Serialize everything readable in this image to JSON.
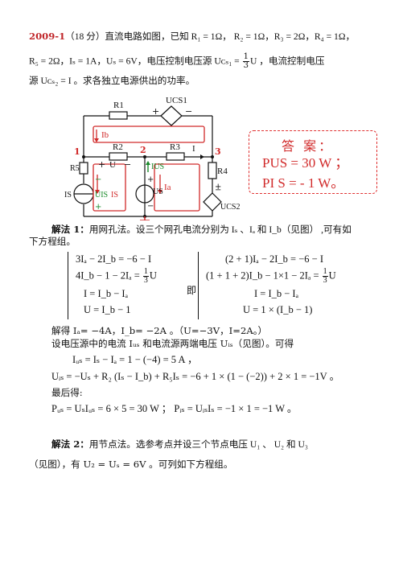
{
  "problem": {
    "code": "2009-1",
    "line1_text": "（18 分）直流电路如图，已知 R₁ = 1Ω， R₂ = 1Ω，R₃ = 2Ω，R₄ = 1Ω，",
    "line2_text": "R₅ = 2Ω，Iₛ = 1A，Uₛ = 6V，电压控制电压源 Uᴄₛ₁ = ",
    "line2_frac_num": "1",
    "line2_frac_den": "3",
    "line2_tail": "U ，电流控制电压",
    "line3_text": "源 Uᴄₛ₂ = I 。求各独立电源供出的功率。"
  },
  "circuit": {
    "labels": {
      "ucs1": "UCS1",
      "r1": "R1",
      "ib": "Ib",
      "r5": "R5",
      "r2": "R2",
      "r3": "R3",
      "r4": "R4",
      "i": "I",
      "u": "U",
      "ius": "IUS",
      "uis": "UIS",
      "is_left": "IS",
      "is_mid": "IS",
      "us": "US",
      "ia": "Ia",
      "ucs2": "UCS2",
      "node1": "1",
      "node2": "2",
      "node3": "3",
      "plus": "+",
      "minus": "−"
    }
  },
  "answer": {
    "title": "答 案：",
    "p_us": "PUS = 30 W ；",
    "p_is": "PI S = - 1 W。"
  },
  "solution1": {
    "heading": "解法 1：",
    "intro": "用网孔法。设三个网孔电流分别为 Iₛ 、Iₐ 和 I_b（见图） ,可有如",
    "intro2": "下方程组。",
    "left_eqs": [
      "3Iₐ − 2I_b = −6 − I",
      "4I_b − 1 − 2Iₐ = ",
      "I = I_b − Iₐ",
      "U = I_b − 1"
    ],
    "left_eq2_frac": [
      "1",
      "3",
      "U"
    ],
    "ji": "即",
    "right_eqs": [
      "(2 + 1)Iₐ − 2I_b = −6 − I",
      "(1 + 1 + 2)I_b − 1×1 − 2Iₐ = ",
      "I = I_b − Iₐ",
      "U = 1 × (I_b − 1)"
    ],
    "right_eq2_frac": [
      "1",
      "3",
      "U"
    ],
    "solve": "解得    Iₐ= −4A，I_b= −2A  。（U=−3V，I=2A。）",
    "set": "设电压源中的电流 Iᵤₛ 和电流源两端电压 Uᵢₛ（见图）。可得",
    "ius_eq": "Iᵤₛ = Iₛ − Iₐ = 1 − (−4) = 5 A  ，",
    "uis_eq": "Uᵢₛ = −Uₛ + R₂ (Iₛ − I_b) + R₅Iₛ = −6 + 1 × (1 − (−2)) + 2 × 1 = −1V 。",
    "finally": "最后得:",
    "power_eq": "Pᵤₛ = UₛIᵤₛ = 6 × 5 = 30 W ；  Pᵢₛ = UᵢₛIₛ = −1 × 1 = −1 W 。"
  },
  "solution2": {
    "heading": "解法 2：",
    "text": "用节点法。选参考点并设三个节点电压 U₁  、 U₂ 和 U₃",
    "text2": "（见图），有 U₂ = Uₛ = 6V 。可列如下方程组。"
  },
  "colors": {
    "accent_red": "#d12a2a",
    "code_red": "#c0262a",
    "green": "#1a8a2a"
  }
}
